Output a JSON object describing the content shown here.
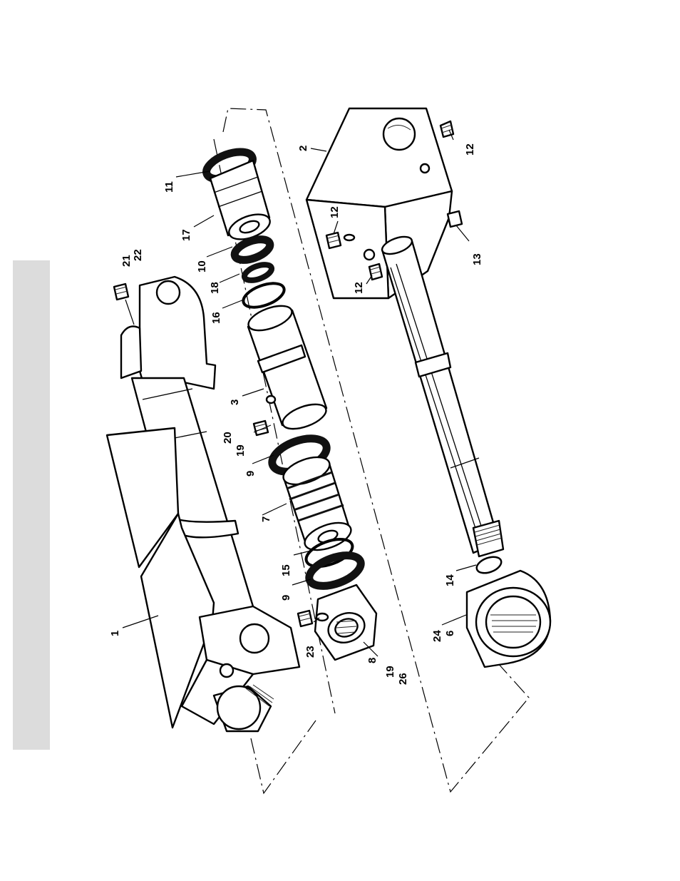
{
  "labels": {
    "l1": "1",
    "l2": "2",
    "l3": "3",
    "l6": "6",
    "l7": "7",
    "l8": "8",
    "l9a": "9",
    "l9b": "9",
    "l10": "10",
    "l11": "11",
    "l12a": "12",
    "l12b": "12",
    "l12c": "12",
    "l13": "13",
    "l14": "14",
    "l15": "15",
    "l16": "16",
    "l17": "17",
    "l18": "18",
    "l19a": "19",
    "l19b": "19",
    "l20": "20",
    "l21": "21",
    "l22": "22",
    "l23": "23",
    "l24": "24",
    "l26": "26"
  }
}
